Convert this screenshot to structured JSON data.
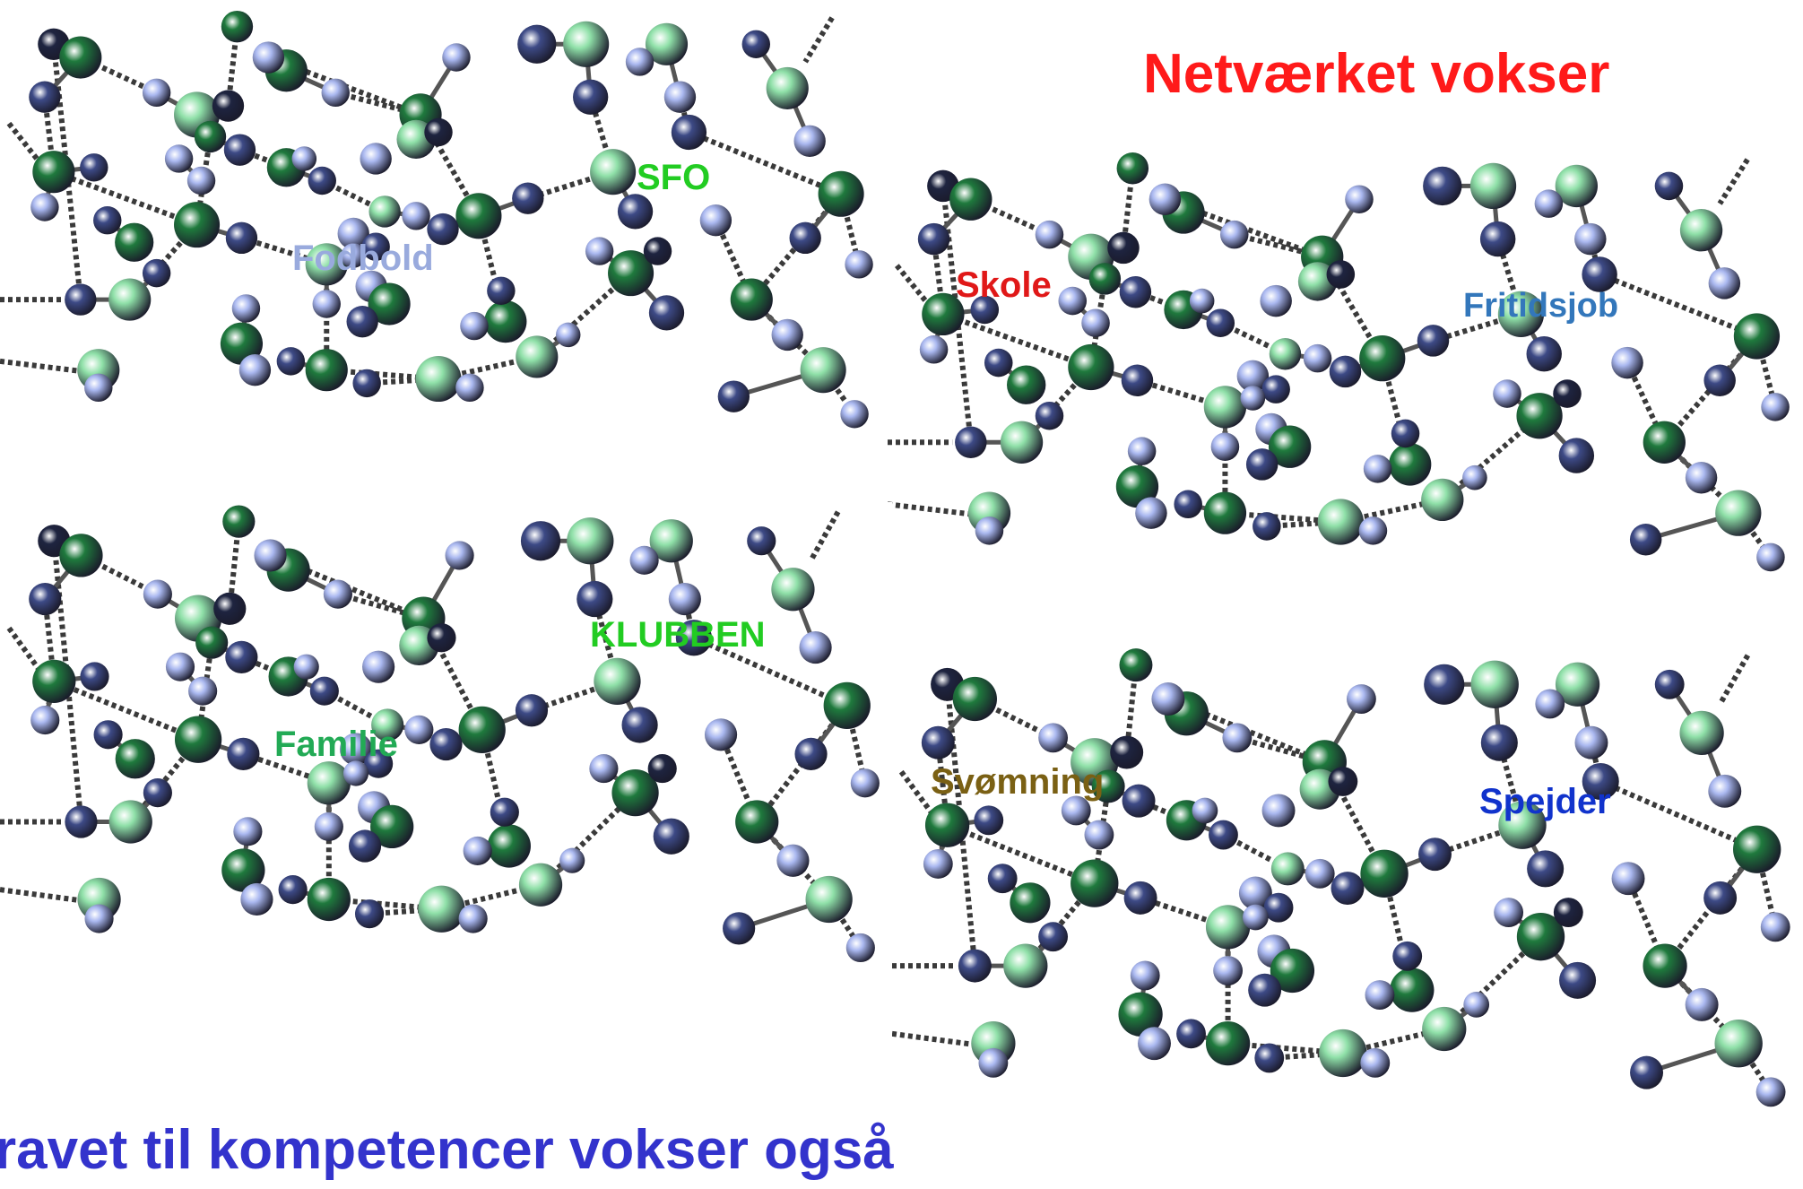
{
  "title": "Netværket vokser",
  "subtitle": "ravet til kompetencer vokser også",
  "colors": {
    "title": "#ff1a1a",
    "subtitle": "#3333cc",
    "bond_solid": "#555555",
    "bond_dotted": "#3a3a3a",
    "atom_green_light": "#8fe0a8",
    "atom_green_dark": "#1f7a3d",
    "atom_blue_light": "#aab8f0",
    "atom_blue_dark": "#3d4a86",
    "atom_navy": "#1e2440"
  },
  "labels": {
    "sfo": {
      "text": "SFO",
      "color": "#22cc22"
    },
    "fodbold": {
      "text": "Fodbold",
      "color": "#99aadd"
    },
    "skole": {
      "text": "Skole",
      "color": "#e01818"
    },
    "fritidsjob": {
      "text": "Fritidsjob",
      "color": "#3377bb"
    },
    "klubben": {
      "text": "KLUBBEN",
      "color": "#22cc22"
    },
    "familie": {
      "text": "Familie",
      "color": "#22aa55"
    },
    "svomning": {
      "text": "Svømning",
      "color": "#7a6014"
    },
    "spejder": {
      "text": "Spejder",
      "color": "#1133cc"
    }
  }
}
